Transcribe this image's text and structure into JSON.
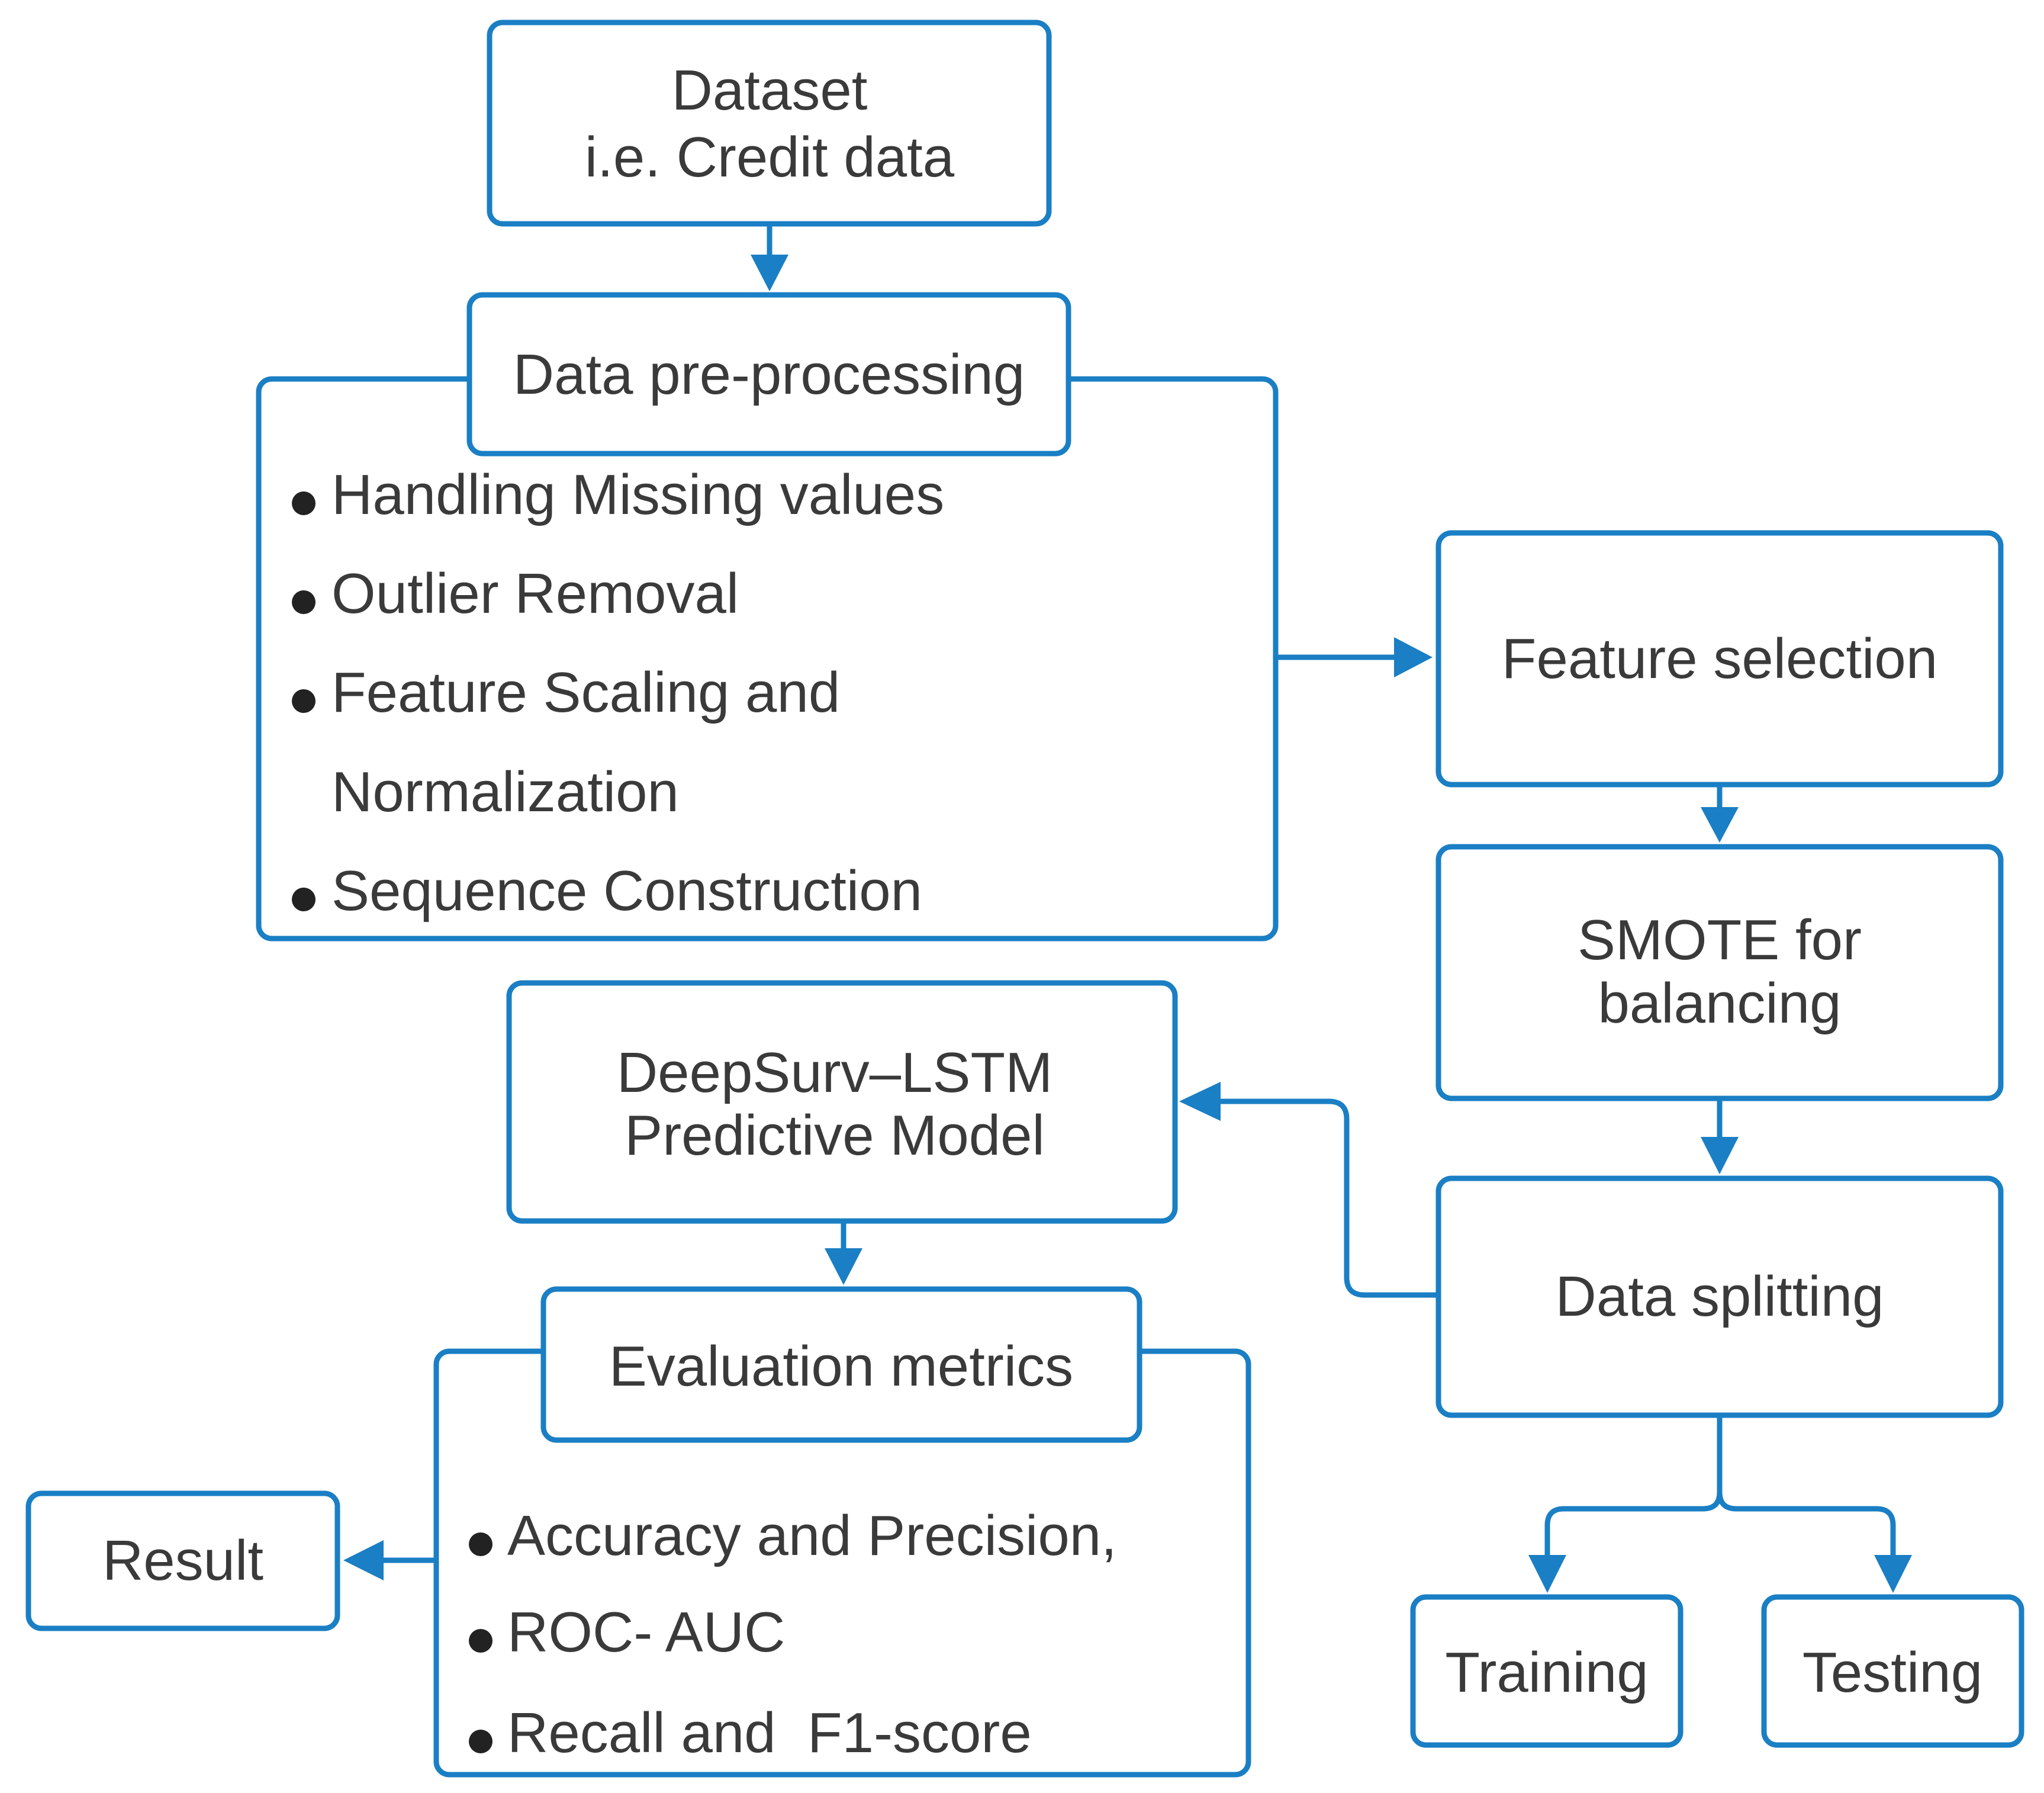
{
  "colors": {
    "accent": "#1a7fc4",
    "text": "#3a3a3a",
    "background": "#ffffff"
  },
  "nodes": {
    "dataset": [
      "Dataset",
      "i.e. Credit data"
    ],
    "preprocessing": {
      "title": "Data pre-processing",
      "items": [
        "Handling Missing values",
        "Outlier Removal",
        "Feature Scaling and",
        "Normalization",
        "Sequence Construction"
      ]
    },
    "feature_selection": "Feature selection",
    "smote": [
      "SMOTE for",
      "balancing"
    ],
    "data_splitting": "Data splitting",
    "training": "Training",
    "testing": "Testing",
    "model": [
      "DeepSurv–LSTM",
      "Predictive Model"
    ],
    "evaluation": {
      "title": "Evaluation metrics",
      "items": [
        "Accuracy and Precision,",
        "ROC- AUC",
        "Recall and  F1-score"
      ]
    },
    "result": "Result"
  }
}
